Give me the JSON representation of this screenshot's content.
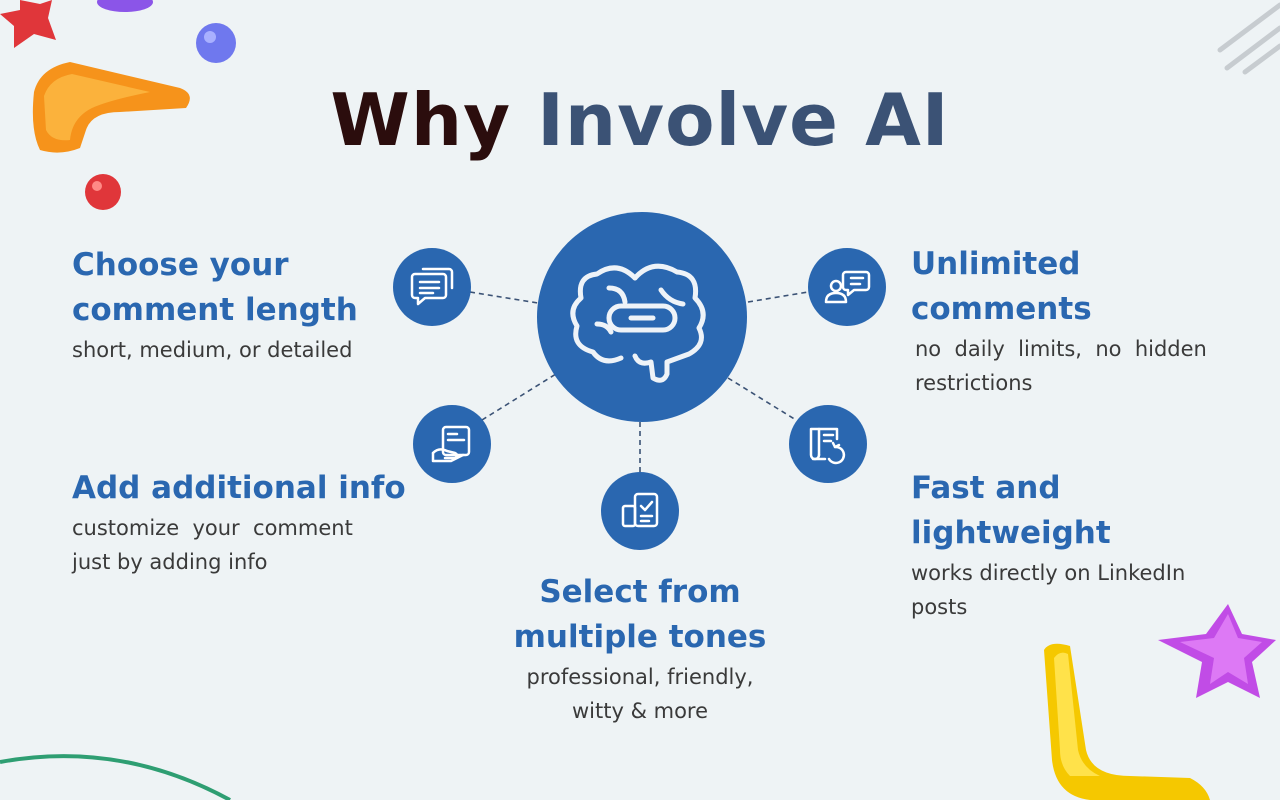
{
  "title": {
    "part1": "Why",
    "part2": "Involve AI"
  },
  "colors": {
    "accent": "#2a67b0",
    "title_dark": "#2b0d0d",
    "title_blue": "#3b5275",
    "background": "#eef3f5"
  },
  "features": {
    "length": {
      "heading_line1": "Choose your",
      "heading_line2": "comment length",
      "desc_line1": "short, medium, or detailed",
      "icon": "chat-bubbles-icon"
    },
    "info": {
      "heading": "Add additional info",
      "desc_line1": "customize  your  comment",
      "desc_line2": "just by adding info",
      "icon": "document-hand-icon"
    },
    "tones": {
      "heading_line1": "Select from",
      "heading_line2": "multiple tones",
      "desc_line1": "professional, friendly,",
      "desc_line2": "witty & more",
      "icon": "checklist-icon"
    },
    "unlimited": {
      "heading_line1": "Unlimited",
      "heading_line2": "comments",
      "desc_line1": "no  daily  limits,  no  hidden",
      "desc_line2": "restrictions",
      "icon": "user-chat-icon"
    },
    "fast": {
      "heading_line1": "Fast and",
      "heading_line2": "lightweight",
      "desc_line1": "works directly on LinkedIn",
      "desc_line2": "posts",
      "icon": "document-refresh-icon"
    }
  },
  "hub_icon": "brain-icon"
}
